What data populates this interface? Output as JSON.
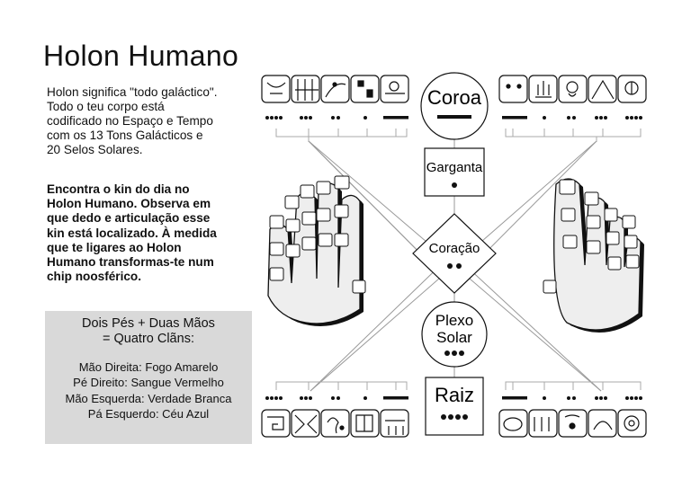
{
  "title": "Holon Humano",
  "intro": [
    "Holon significa \"todo galáctico\".",
    "Todo o teu corpo está",
    "codificado no Espaço e Tempo",
    "com os 13 Tons Galácticos e",
    "20 Selos Solares."
  ],
  "instruction": [
    "Encontra o kin do dia no",
    "Holon Humano. Observa em",
    "que dedo e articulação esse",
    "kin está localizado. À medida",
    "que te ligares ao Holon",
    "Humano transformas-te num",
    "chip noosférico."
  ],
  "clans": {
    "heading": [
      "Dois Pés + Duas Mãos",
      "= Quatro Clãns:"
    ],
    "items": [
      "Mão Direita: Fogo Amarelo",
      "Pé Direito: Sangue Vermelho",
      "Mão Esquerda: Verdade Branca",
      "Pá Esquerdo: Céu Azul"
    ]
  },
  "chakras": [
    {
      "name": "Coroa",
      "dots": 0,
      "bars": 1
    },
    {
      "name": "Garganta",
      "dots": 1,
      "bars": 0
    },
    {
      "name": "Coração",
      "dots": 2,
      "bars": 0
    },
    {
      "name": "Plexo Solar",
      "dots": 3,
      "bars": 0
    },
    {
      "name": "Raiz",
      "dots": 4,
      "bars": 0
    }
  ],
  "tone_groups": {
    "left": [
      4,
      3,
      2,
      1,
      "bar"
    ],
    "right": [
      "bar",
      1,
      2,
      3,
      4
    ]
  }
}
